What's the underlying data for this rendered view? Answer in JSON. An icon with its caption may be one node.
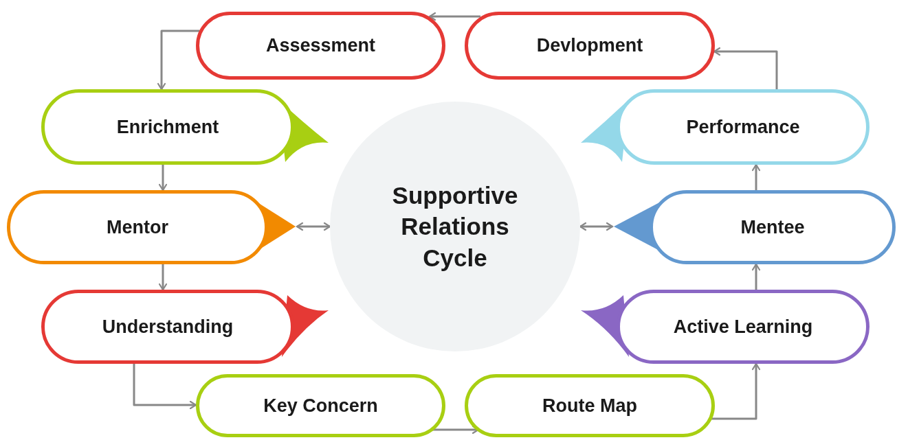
{
  "diagram": {
    "nodes": [
      {
        "text": [
          "Supportive Relations Cycle"
        ]
      },
      {
        "text": [
          "Assessment"
        ]
      },
      {
        "text": [
          "Devlopment"
        ]
      },
      {
        "text": [
          "Enrichment"
        ]
      },
      {
        "text": [
          "Performance"
        ]
      },
      {
        "text": [
          "Mentor"
        ]
      },
      {
        "text": [
          "Mentee"
        ]
      },
      {
        "text": [
          "Understanding"
        ]
      },
      {
        "text": [
          "Active Learning"
        ]
      },
      {
        "text": [
          "Key Concern"
        ]
      },
      {
        "text": [
          "Route Map"
        ]
      }
    ],
    "edges": [
      {
        "from": 2,
        "to": 1,
        "arrow": "to"
      },
      {
        "from": 1,
        "to": 3,
        "arrow": "to"
      },
      {
        "from": 3,
        "to": 5,
        "arrow": "to"
      },
      {
        "from": 5,
        "to": 7,
        "arrow": "to"
      },
      {
        "from": 7,
        "to": 9,
        "arrow": "to"
      },
      {
        "from": 9,
        "to": 10,
        "arrow": "to"
      },
      {
        "from": 10,
        "to": 8,
        "arrow": "to"
      },
      {
        "from": 8,
        "to": 6,
        "arrow": "to"
      },
      {
        "from": 6,
        "to": 4,
        "arrow": "to"
      },
      {
        "from": 4,
        "to": 2,
        "arrow": "to"
      },
      {
        "from": 5,
        "to": 0,
        "arrow": "both"
      },
      {
        "from": 6,
        "to": 0,
        "arrow": "both"
      }
    ]
  }
}
